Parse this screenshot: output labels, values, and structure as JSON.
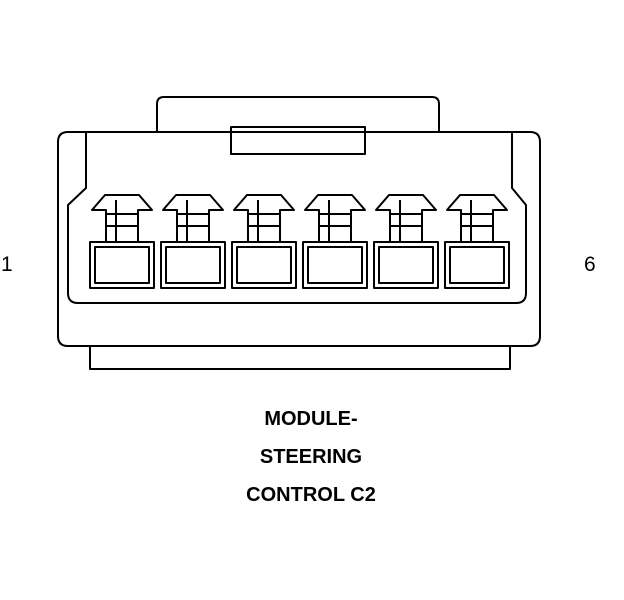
{
  "connector": {
    "pin_count": 6,
    "first_pin_label": "1",
    "last_pin_label": "6",
    "stroke_color": "#000000",
    "background_color": "#ffffff"
  },
  "caption": {
    "line1": "MODULE-",
    "line2": "STEERING",
    "line3": "CONTROL C2"
  }
}
